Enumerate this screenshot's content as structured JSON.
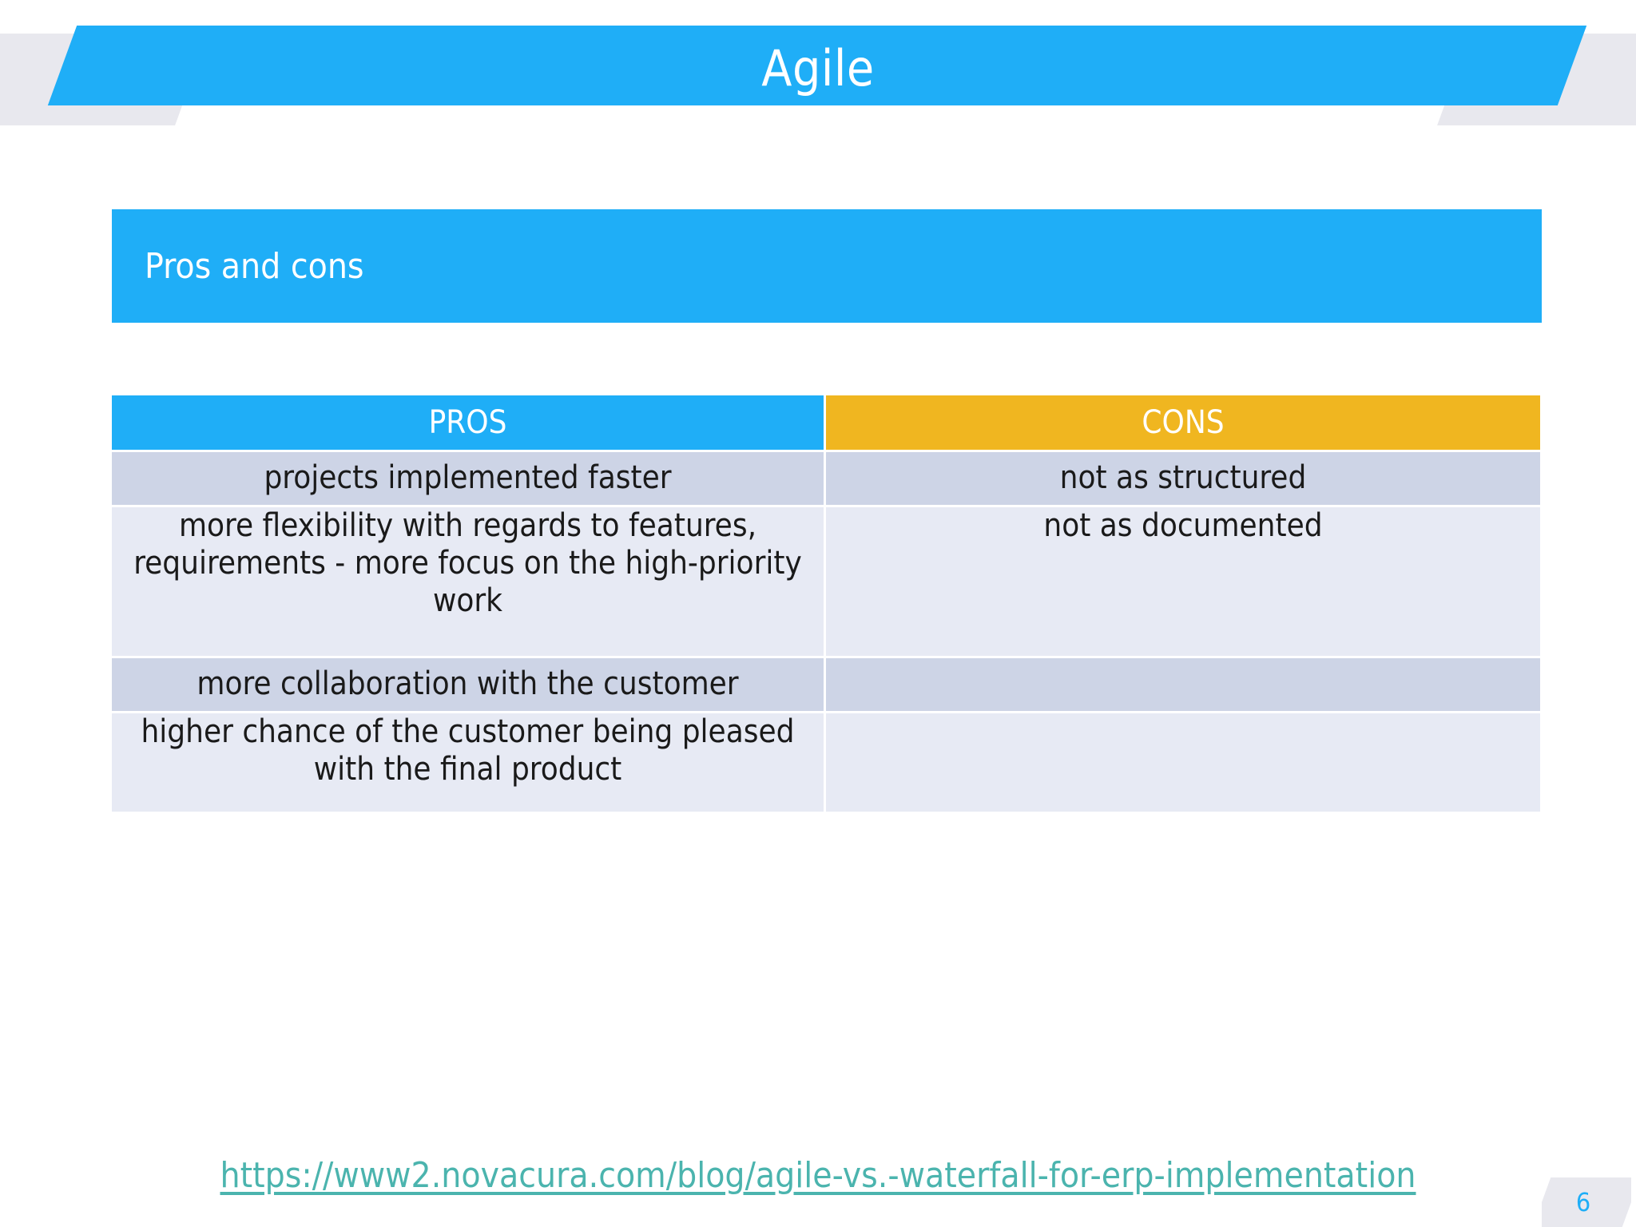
{
  "slide": {
    "title": "Agile",
    "section_heading": "Pros and cons",
    "page_number": "6",
    "accent_blue": "#1FAEF7",
    "accent_gold": "#F0B620",
    "row_dark": "#cdd4e6",
    "row_light": "#e7eaf4",
    "link_color": "#4BB4AE",
    "band_grey": "#e8e8ee"
  },
  "table": {
    "headers": [
      "PROS",
      "CONS"
    ],
    "rows": [
      {
        "pros": "projects implemented faster",
        "cons": "not as structured"
      },
      {
        "pros": "more flexibility with regards to features, requirements - more focus on the high-priority work",
        "cons": "not as documented"
      },
      {
        "pros": "more collaboration with the customer",
        "cons": ""
      },
      {
        "pros": "higher chance of the customer being pleased with the final product",
        "cons": ""
      }
    ]
  },
  "source": {
    "url_text": "https://www2.novacura.com/blog/agile-vs.-waterfall-for-erp-implementation"
  }
}
